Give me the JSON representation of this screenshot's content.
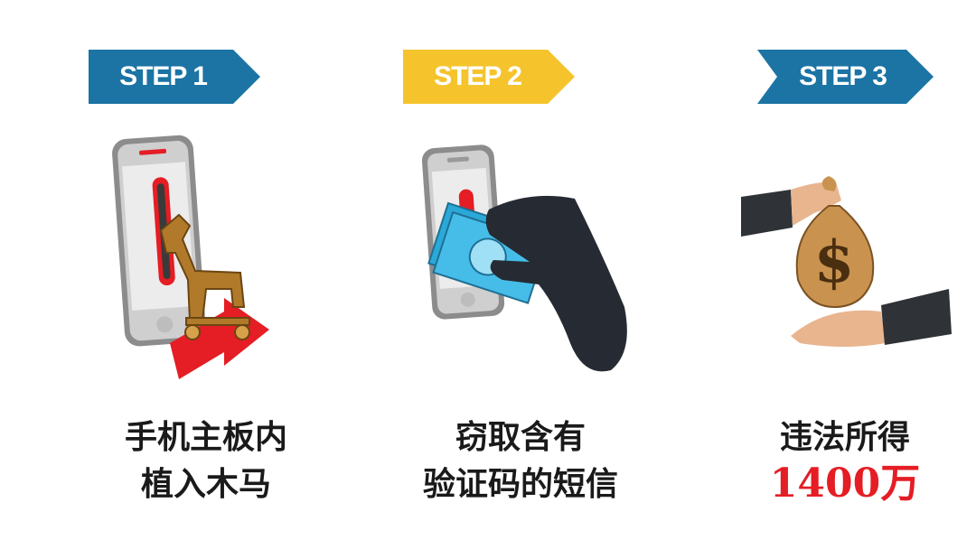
{
  "steps": [
    {
      "label": "STEP 1",
      "banner_color": "#1b74a4",
      "label_color": "#ffffff",
      "illustration": "phone-trojan-horse-icon",
      "caption_lines": [
        "手机主板内",
        "植入木马"
      ]
    },
    {
      "label": "STEP 2",
      "banner_color": "#f5c42c",
      "label_color": "#ffffff",
      "illustration": "phone-hand-stealing-cash-icon",
      "caption_lines": [
        "窃取含有",
        "验证码的短信"
      ]
    },
    {
      "label": "STEP 3",
      "banner_color": "#1b74a4",
      "label_color": "#ffffff",
      "illustration": "money-bag-handover-icon",
      "caption_lines": [
        "违法所得",
        "1400万"
      ]
    }
  ],
  "colors": {
    "accent_red": "#e51d24",
    "text": "#1a1a1a"
  }
}
